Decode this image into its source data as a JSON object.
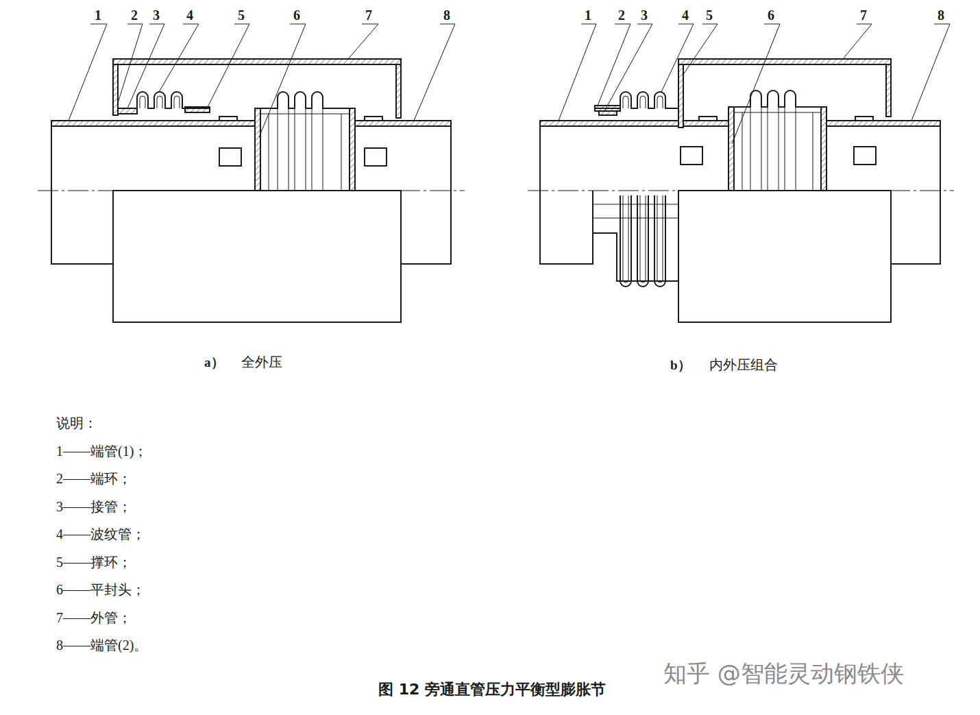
{
  "diagram": {
    "caption": "图 12  旁通直管压力平衡型膨胀节",
    "labels": [
      "1",
      "2",
      "3",
      "4",
      "5",
      "6",
      "7",
      "8",
      "1",
      "2",
      "3",
      "4",
      "5",
      "6",
      "7",
      "8",
      "a）",
      "全外压",
      "b）",
      "内外压组合",
      "说明：",
      "1——端管(1)；",
      "2——端环；",
      "3——接管；",
      "4——波纹管；",
      "5——撑环；",
      "6——平封头；",
      "7——外管；",
      "8——端管(2)。",
      "知乎 @智能灵动钢铁侠"
    ]
  }
}
